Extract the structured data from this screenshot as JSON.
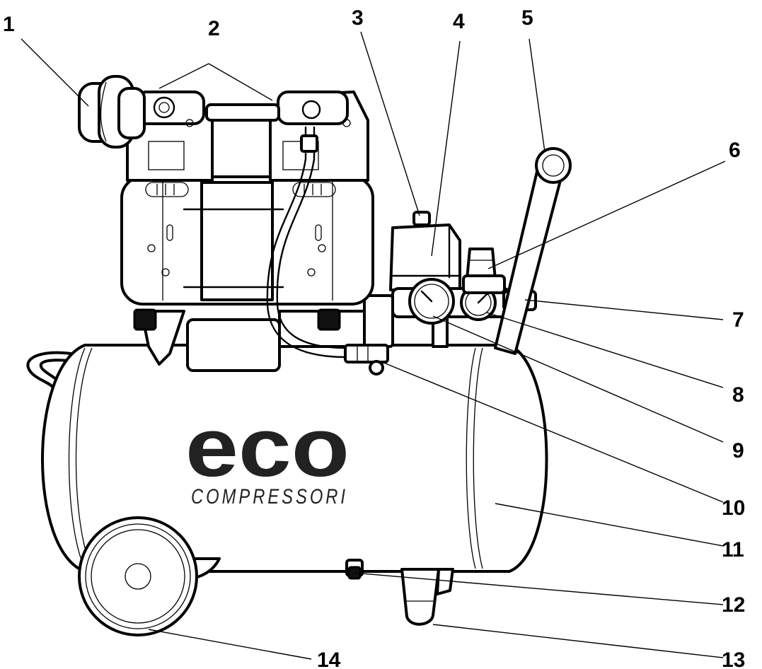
{
  "brand": {
    "logo": "eco",
    "subtitle": "COMPRESSORI"
  },
  "callouts": [
    {
      "number": "1"
    },
    {
      "number": "2"
    },
    {
      "number": "3"
    },
    {
      "number": "4"
    },
    {
      "number": "5"
    },
    {
      "number": "6"
    },
    {
      "number": "7"
    },
    {
      "number": "8"
    },
    {
      "number": "9"
    },
    {
      "number": "10"
    },
    {
      "number": "11"
    },
    {
      "number": "12"
    },
    {
      "number": "13"
    },
    {
      "number": "14"
    }
  ]
}
